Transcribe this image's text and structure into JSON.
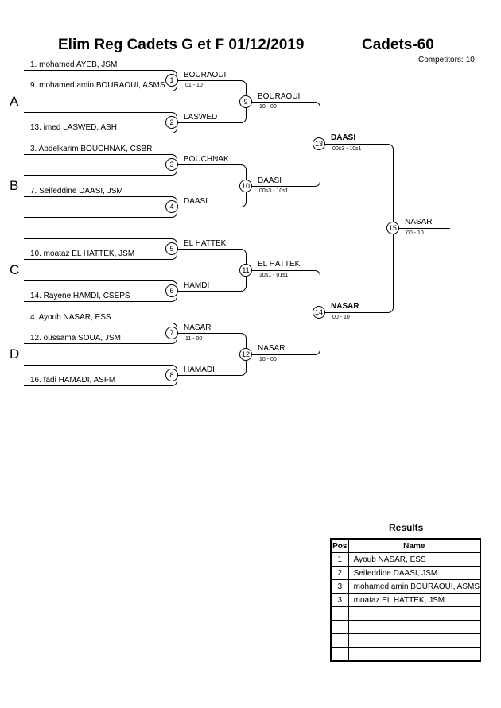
{
  "header": {
    "title": "Elim Reg Cadets G et F  01/12/2019",
    "category": "Cadets-60",
    "competitors_label": "Competitors:",
    "competitors_count": "10"
  },
  "pools": [
    "A",
    "B",
    "C",
    "D"
  ],
  "competitors": [
    "1. mohamed AYEB, JSM",
    "9. mohamed amin BOURAOUI, ASMS",
    "13. imed LASWED, ASH",
    "3. Abdelkarim BOUCHNAK, CSBR",
    "7. Seifeddine DAASI, JSM",
    "10. moataz EL HATTEK, JSM",
    "14. Rayene HAMDI, CSEPS",
    "4. Ayoub NASAR, ESS",
    "12. oussama SOUA, JSM",
    "16. fadi HAMADI, ASFM"
  ],
  "matches": [
    {
      "num": "1",
      "winner": "BOURAOUI",
      "score": "01 - 10"
    },
    {
      "num": "2",
      "winner": "LASWED",
      "score": ""
    },
    {
      "num": "3",
      "winner": "BOUCHNAK",
      "score": ""
    },
    {
      "num": "4",
      "winner": "DAASI",
      "score": ""
    },
    {
      "num": "5",
      "winner": "EL HATTEK",
      "score": ""
    },
    {
      "num": "6",
      "winner": "HAMDI",
      "score": ""
    },
    {
      "num": "7",
      "winner": "NASAR",
      "score": "11 - 00"
    },
    {
      "num": "8",
      "winner": "HAMADI",
      "score": ""
    },
    {
      "num": "9",
      "winner": "BOURAOUI",
      "score": "10 - 00"
    },
    {
      "num": "10",
      "winner": "DAASI",
      "score": "00s3 - 10s1"
    },
    {
      "num": "11",
      "winner": "EL HATTEK",
      "score": "10s1 - 01s1"
    },
    {
      "num": "12",
      "winner": "NASAR",
      "score": "10 - 00"
    },
    {
      "num": "13",
      "winner": "DAASI",
      "score": "00s3 - 10s1"
    },
    {
      "num": "14",
      "winner": "NASAR",
      "score": "00 - 10"
    },
    {
      "num": "15",
      "winner": "NASAR",
      "score": "00 - 10"
    }
  ],
  "results": {
    "title": "Results",
    "headers": {
      "pos": "Pos",
      "name": "Name"
    },
    "rows": [
      {
        "pos": "1",
        "name": "Ayoub NASAR, ESS"
      },
      {
        "pos": "2",
        "name": "Seifeddine DAASI, JSM"
      },
      {
        "pos": "3",
        "name": "mohamed amin BOURAOUI, ASMS"
      },
      {
        "pos": "3",
        "name": "moataz EL HATTEK, JSM"
      },
      {
        "pos": "",
        "name": ""
      },
      {
        "pos": "",
        "name": ""
      },
      {
        "pos": "",
        "name": ""
      },
      {
        "pos": "",
        "name": ""
      }
    ]
  }
}
